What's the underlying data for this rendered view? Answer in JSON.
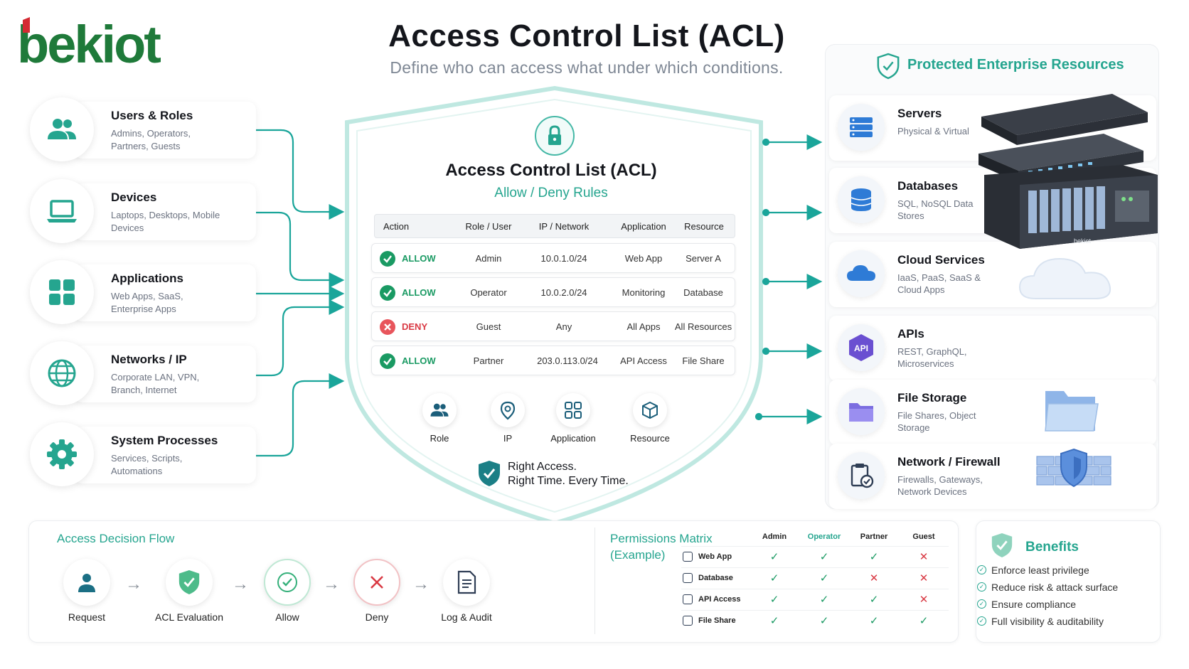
{
  "brand": {
    "logo_text": "bekiot",
    "primary": "#1f7a3a",
    "accent": "#d42a32"
  },
  "header": {
    "title": "Access Control List (ACL)",
    "subtitle": "Define who can access what under which conditions."
  },
  "sources": [
    {
      "title": "Users & Roles",
      "desc": "Admins, Operators, Partners, Guests",
      "icon": "users-icon"
    },
    {
      "title": "Devices",
      "desc": "Laptops, Desktops, Mobile Devices",
      "icon": "laptop-icon"
    },
    {
      "title": "Applications",
      "desc": "Web Apps, SaaS, Enterprise Apps",
      "icon": "apps-grid-icon"
    },
    {
      "title": "Networks / IP",
      "desc": "Corporate LAN, VPN, Branch, Internet",
      "icon": "globe-icon"
    },
    {
      "title": "System Processes",
      "desc": "Services, Scripts, Automations",
      "icon": "gear-icon"
    }
  ],
  "acl": {
    "title": "Access Control List (ACL)",
    "subtitle": "Allow / Deny Rules",
    "columns": [
      "Action",
      "Role / User",
      "IP / Network",
      "Application",
      "Resource"
    ],
    "rules": [
      {
        "action": "ALLOW",
        "role": "Admin",
        "ip": "10.0.1.0/24",
        "app": "Web App",
        "resource": "Server A"
      },
      {
        "action": "ALLOW",
        "role": "Operator",
        "ip": "10.0.2.0/24",
        "app": "Monitoring",
        "resource": "Database"
      },
      {
        "action": "DENY",
        "role": "Guest",
        "ip": "Any",
        "app": "All Apps",
        "resource": "All Resources"
      },
      {
        "action": "ALLOW",
        "role": "Partner",
        "ip": "203.0.113.0/24",
        "app": "API Access",
        "resource": "File Share"
      }
    ],
    "criteria": [
      "Role",
      "IP",
      "Application",
      "Resource"
    ],
    "motto_line1": "Right Access.",
    "motto_line2": "Right Time. Every Time."
  },
  "resources": {
    "heading": "Protected Enterprise Resources",
    "items": [
      {
        "title": "Servers",
        "desc": "Physical & Virtual",
        "icon": "server-icon"
      },
      {
        "title": "Databases",
        "desc": "SQL, NoSQL Data Stores",
        "icon": "database-icon"
      },
      {
        "title": "Cloud Services",
        "desc": "IaaS, PaaS, SaaS & Cloud Apps",
        "icon": "cloud-icon"
      },
      {
        "title": "APIs",
        "desc": "REST, GraphQL, Microservices",
        "icon": "api-icon"
      },
      {
        "title": "File Storage",
        "desc": "File Shares, Object Storage",
        "icon": "folder-icon"
      },
      {
        "title": "Network / Firewall",
        "desc": "Firewalls, Gateways, Network Devices",
        "icon": "firewall-icon"
      }
    ],
    "hardware_label": "bekiot",
    "api_label": "API"
  },
  "flow": {
    "title": "Access Decision Flow",
    "steps": [
      "Request",
      "ACL Evaluation",
      "Allow",
      "Deny",
      "Log & Audit"
    ]
  },
  "matrix": {
    "title_line1": "Permissions Matrix",
    "title_line2": "(Example)",
    "columns": [
      "Admin",
      "Operator",
      "Partner",
      "Guest"
    ],
    "rows": [
      {
        "name": "Web App",
        "values": [
          true,
          true,
          true,
          false
        ]
      },
      {
        "name": "Database",
        "values": [
          true,
          true,
          false,
          false
        ]
      },
      {
        "name": "API Access",
        "values": [
          true,
          true,
          true,
          false
        ]
      },
      {
        "name": "File Share",
        "values": [
          true,
          true,
          true,
          true
        ]
      }
    ]
  },
  "benefits": {
    "title": "Benefits",
    "items": [
      "Enforce least privilege",
      "Reduce risk & attack surface",
      "Ensure compliance",
      "Full visibility & auditability"
    ]
  }
}
